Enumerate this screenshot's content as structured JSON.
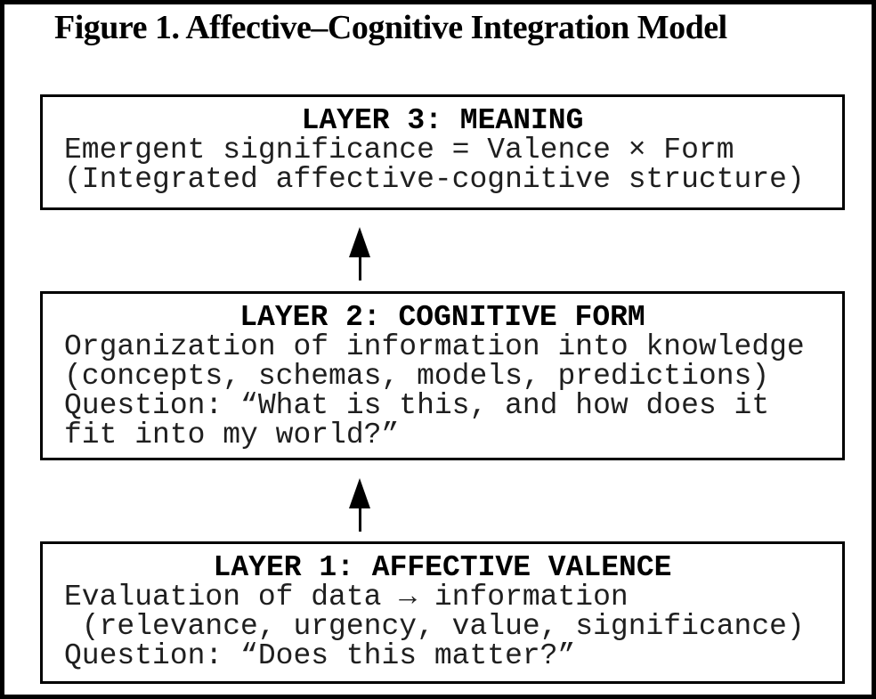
{
  "figure": {
    "title": "Figure 1. Affective–Cognitive Integration Model"
  },
  "boxes": [
    {
      "id": "layer-3",
      "heading": "LAYER 3: MEANING",
      "lines": [
        "Emergent significance = Valence × Form",
        "(Integrated affective-cognitive structure)"
      ]
    },
    {
      "id": "layer-2",
      "heading": "LAYER 2: COGNITIVE FORM",
      "lines": [
        "Organization of information into knowledge",
        "(concepts, schemas, models, predictions)",
        "Question: “What is this, and how does it",
        "fit into my world?”"
      ]
    },
    {
      "id": "layer-1",
      "heading": "LAYER 1: AFFECTIVE VALENCE",
      "lines": [
        "Evaluation of data → information",
        " (relevance, urgency, value, significance)",
        "Question: “Does this matter?”"
      ]
    }
  ],
  "arrows": [
    {
      "name": "up-arrow",
      "direction": "up"
    },
    {
      "name": "up-arrow",
      "direction": "up"
    }
  ],
  "colors": {
    "background": "#ffffff",
    "border": "#000000",
    "heading_text": "#000000",
    "body_text": "#1f1f1f"
  }
}
